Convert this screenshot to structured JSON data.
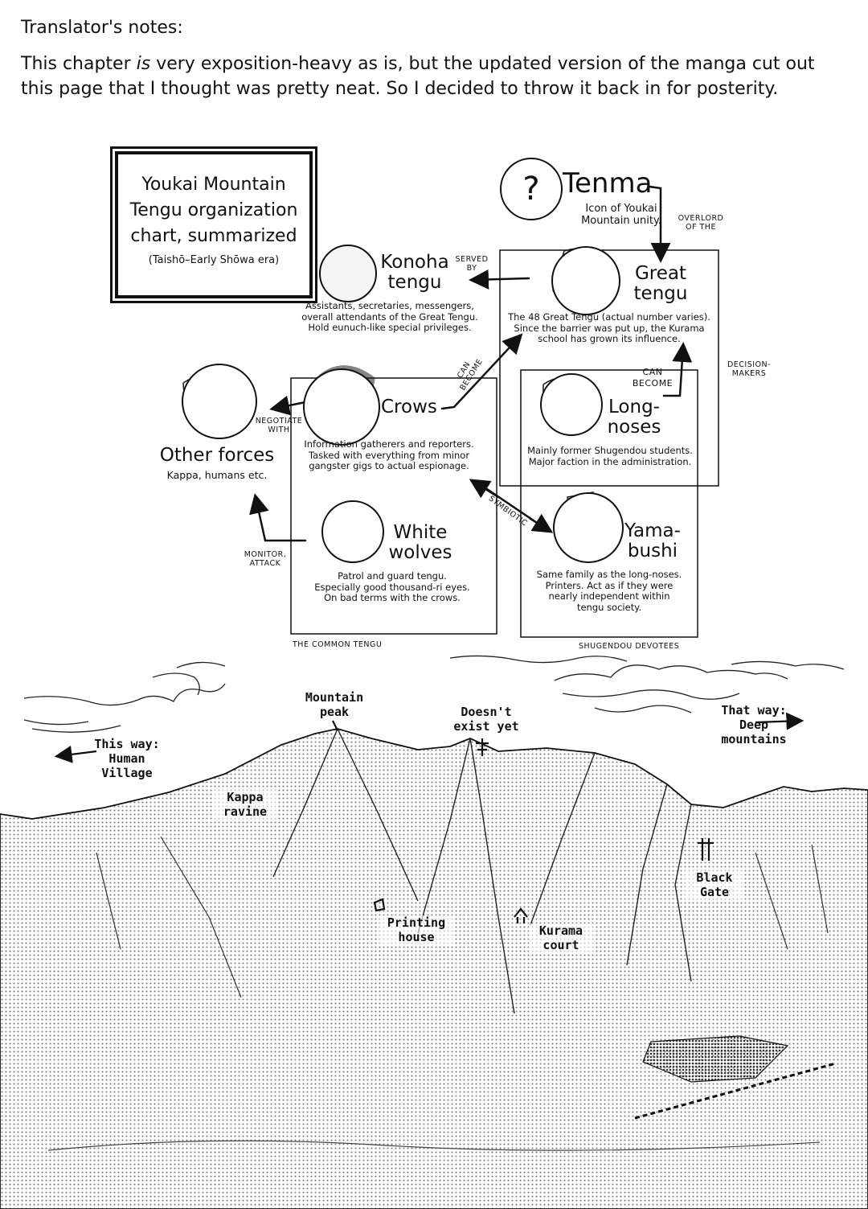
{
  "notes": {
    "heading": "Translator's notes:",
    "body_pre": "This chapter ",
    "body_em": "is",
    "body_post": " very exposition-heavy as is, but the updated version of the manga cut out this page that I thought was pretty neat. So I decided to throw it back in for posterity."
  },
  "chart": {
    "title_line1": "Youkai Mountain",
    "title_line2": "Tengu organization",
    "title_line3": "chart, summarized",
    "subtitle": "(Taishō–Early Shōwa era)"
  },
  "nodes": {
    "tenma": {
      "mark": "?",
      "name": "Tenma",
      "desc_line1": "Icon of Youkai",
      "desc_line2": "Mountain unity."
    },
    "konoha": {
      "name_line1": "Konoha",
      "name_line2": "tengu",
      "desc_line1": "Assistants, secretaries, messengers,",
      "desc_line2": "overall attendants of the Great Tengu.",
      "desc_line3": "Hold eunuch-like special privileges."
    },
    "great": {
      "name_line1": "Great",
      "name_line2": "tengu",
      "desc_line1": "The 48 Great Tengu (actual number varies).",
      "desc_line2": "Since the barrier was put up, the Kurama",
      "desc_line3": "school has grown its influence."
    },
    "crows": {
      "name": "Crows",
      "desc_line1": "Information gatherers and reporters.",
      "desc_line2": "Tasked with everything from minor",
      "desc_line3": "gangster gigs to actual espionage."
    },
    "longnoses": {
      "name_line1": "Long-",
      "name_line2": "noses",
      "desc_line1": "Mainly former Shugendou students.",
      "desc_line2": "Major faction in the administration."
    },
    "other": {
      "name": "Other forces",
      "desc": "Kappa, humans etc."
    },
    "wolves": {
      "name_line1": "White",
      "name_line2": "wolves",
      "desc_line1": "Patrol and guard tengu.",
      "desc_line2": "Especially good thousand-ri eyes.",
      "desc_line3": "On bad terms with the crows."
    },
    "yamabushi": {
      "name_line1": "Yama-",
      "name_line2": "bushi",
      "desc_line1": "Same family as the long-noses.",
      "desc_line2": "Printers. Act as if they were",
      "desc_line3": "nearly independent within",
      "desc_line4": "tengu society."
    }
  },
  "relations": {
    "overlord_line1": "OVERLORD",
    "overlord_line2": "OF THE",
    "served_line1": "SERVED",
    "served_line2": "BY",
    "can_become_1a": "CAN",
    "can_become_1b": "BECOME",
    "can_become_2a": "CAN",
    "can_become_2b": "BECOME",
    "negotiate_line1": "NEGOTIATE",
    "negotiate_line2": "WITH",
    "symbiotic": "SYMBIOTIC",
    "monitor_line1": "MONITOR,",
    "monitor_line2": "ATTACK"
  },
  "groups": {
    "decision_line1": "DECISION-",
    "decision_line2": "MAKERS",
    "common": "THE COMMON TENGU",
    "shugendou": "SHUGENDOU DEVOTEES"
  },
  "map": {
    "peak_line1": "Mountain",
    "peak_line2": "peak",
    "doesnt_line1": "Doesn't",
    "doesnt_line2": "exist yet",
    "thatway_line1": "That way:",
    "thatway_line2": "Deep",
    "thatway_line3": "mountains",
    "thisway_line1": "This way:",
    "thisway_line2": "Human",
    "thisway_line3": "Village",
    "kappa_line1": "Kappa",
    "kappa_line2": "ravine",
    "gate_line1": "Black",
    "gate_line2": "Gate",
    "printing_line1": "Printing",
    "printing_line2": "house",
    "kurama_line1": "Kurama",
    "kurama_line2": "court"
  }
}
